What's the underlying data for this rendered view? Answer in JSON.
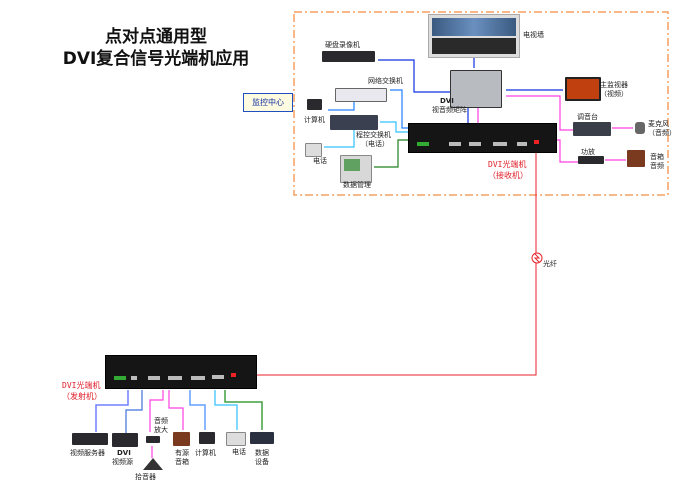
{
  "title": {
    "line1": "点对点通用型",
    "line2": "DVI复合信号光端机应用"
  },
  "monitoring_center": {
    "label": "监控中心"
  },
  "receiver_site": {
    "tv_wall": "电视墙",
    "dvr": "硬盘录像机",
    "network_switch": "网络交换机",
    "computer": "计算机",
    "pbx": "程控交换机",
    "pbx_note": "（电话）",
    "phone": "电话",
    "data_management": "数据管理",
    "matrix_line1": "DVI",
    "matrix_line2": "视音频矩阵",
    "main_monitor": "主监视器",
    "main_monitor_note": "（视频）",
    "mixer": "调音台",
    "microphone": "麦克风",
    "microphone_note": "（音频）",
    "amplifier": "功放",
    "speaker": "音箱",
    "speaker_note": "音频",
    "receiver_line1": "DVI光端机",
    "receiver_line2": "（接收机）"
  },
  "fiber": {
    "label": "光纤"
  },
  "transmitter_site": {
    "transmitter_line1": "DVI光端机",
    "transmitter_line2": "（发射机）",
    "video_server": "视频服务器",
    "dvi_source_line1": "DVI",
    "dvi_source_line2": "视频源",
    "audio_amp_line1": "音频",
    "audio_amp_line2": "放大",
    "pickup": "拾音器",
    "powered_speaker_line1": "有源",
    "powered_speaker_line2": "音箱",
    "computer": "计算机",
    "phone": "电话",
    "data_device_line1": "数据",
    "data_device_line2": "设备"
  },
  "colors": {
    "dashed_border": "#f4a060",
    "fiber": "#e8202a",
    "video": "#1030e0",
    "audio": "#ff40e0",
    "network": "#2080ff",
    "phone": "#30c0ff",
    "data": "#208020"
  }
}
